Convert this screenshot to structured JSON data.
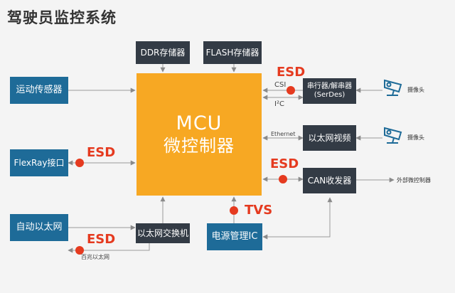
{
  "title": "驾驶员监控系统",
  "mcu": {
    "line1": "MCU",
    "line2": "微控制器"
  },
  "memory": {
    "ddr": "DDR存储器",
    "flash": "FLASH存储器"
  },
  "left": {
    "motion_sensor": "运动传感器",
    "flexray": "FlexRay接口",
    "auto_ethernet": "自动以太网"
  },
  "bottom": {
    "ethernet_switch": "以太网交换机",
    "power_mgmt": "电源管理IC",
    "fast_ethernet": "百兆以太网"
  },
  "right": {
    "serdes_line1": "串行器/解串器",
    "serdes_line2": "(SerDes)",
    "ethernet_video": "以太网视频",
    "can_transceiver": "CAN收发器",
    "camera1": "摄像头",
    "camera2": "摄像头",
    "external_mcu": "外部微控制器"
  },
  "labels": {
    "csi": "CSI",
    "i2c": "I²C",
    "ethernet": "Ethernet",
    "esd": "ESD",
    "tvs": "TVS"
  },
  "colors": {
    "mcu": "#f7a823",
    "dark_box": "#333b45",
    "blue_box": "#1e6b98",
    "protection": "#e53a1f"
  }
}
